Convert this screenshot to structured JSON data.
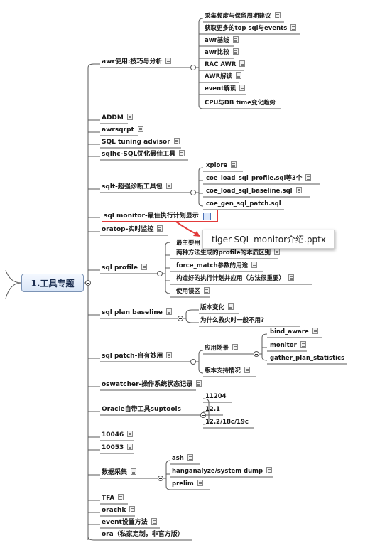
{
  "root": "1.工具专题",
  "awr": {
    "label": "awr使用:技巧与分析",
    "children": [
      "采集频度与保留周期建议",
      "获取更多的top sql与events",
      "awr基线",
      "awr比较",
      "RAC AWR",
      "AWR解读",
      "event解读",
      "CPU与DB time变化趋势"
    ]
  },
  "addm": "ADDM",
  "awrsqrpt": "awrsqrpt",
  "tuning_advisor": "SQL tuning advisor",
  "sqlhc": "sqlhc-SQL优化最佳工具",
  "sqlt": {
    "label": "sqlt-超强诊断工具包",
    "children": [
      "xplore",
      "coe_load_sql_profile.sql等3个",
      "coe_load_sql_baseline.sql",
      "coe_gen_sql_patch.sql"
    ]
  },
  "sql_monitor": "sql monitor-最佳执行计划显示",
  "tooltip": "tiger-SQL monitor介绍.pptx",
  "oratop": "oratop-实时监控",
  "sql_profile": {
    "label": "sql profile",
    "children": [
      "最主要用",
      "两种方法生成的profile的本质区别",
      "force_match参数的用途",
      "构造好的执行计划并应用（方法很重要）",
      "使用误区"
    ]
  },
  "plan_baseline": {
    "label": "sql plan baseline",
    "children": [
      "版本变化",
      "为什么救火时一般不用?"
    ]
  },
  "sql_patch": {
    "label": "sql patch-自有妙用",
    "scene": "应用场景",
    "scene_children": [
      "bind_aware",
      "monitor",
      "gather_plan_statistics"
    ],
    "version": "版本支持情况"
  },
  "oswatcher": "oswatcher-操作系统状态记录",
  "suptools": {
    "label": "Oracle自带工具suptools",
    "children": [
      "11204",
      "12.1",
      "12.2/18c/19c"
    ]
  },
  "e10046": "10046",
  "e10053": "10053",
  "collect": {
    "label": "数据采集",
    "children": [
      "ash",
      "hanganalyze/system dump",
      "prelim"
    ]
  },
  "tfa": "TFA",
  "orachk": "orachk",
  "event_setting": "event设置方法",
  "ora": "ora（私家定制，非官方版）"
}
